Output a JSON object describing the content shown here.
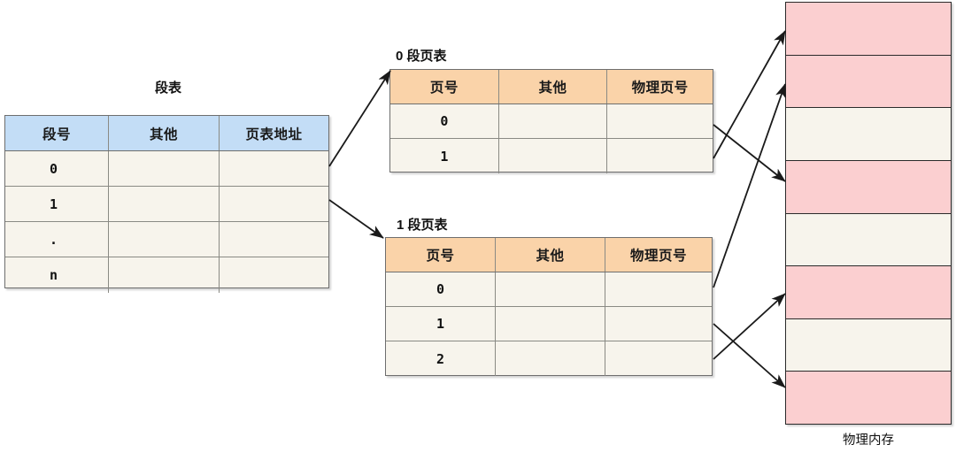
{
  "segment_table": {
    "title": "段表",
    "headers": [
      "段号",
      "其他",
      "页表地址"
    ],
    "rows": [
      {
        "id": "0",
        "other": "",
        "addr": ""
      },
      {
        "id": "1",
        "other": "",
        "addr": ""
      },
      {
        "id": ".",
        "other": "",
        "addr": ""
      },
      {
        "id": "n",
        "other": "",
        "addr": ""
      }
    ]
  },
  "page_table_0": {
    "title": "0 段页表",
    "headers": [
      "页号",
      "其他",
      "物理页号"
    ],
    "rows": [
      {
        "id": "0",
        "other": "",
        "frame": ""
      },
      {
        "id": "1",
        "other": "",
        "frame": ""
      }
    ]
  },
  "page_table_1": {
    "title": "1 段页表",
    "headers": [
      "页号",
      "其他",
      "物理页号"
    ],
    "rows": [
      {
        "id": "0",
        "other": "",
        "frame": ""
      },
      {
        "id": "1",
        "other": "",
        "frame": ""
      },
      {
        "id": "2",
        "other": "",
        "frame": ""
      }
    ]
  },
  "physical_memory": {
    "label": "物理内存",
    "frames": [
      {
        "index": 0,
        "state": "used"
      },
      {
        "index": 1,
        "state": "used"
      },
      {
        "index": 2,
        "state": "free"
      },
      {
        "index": 3,
        "state": "used"
      },
      {
        "index": 4,
        "state": "free"
      },
      {
        "index": 5,
        "state": "used"
      },
      {
        "index": 6,
        "state": "free"
      },
      {
        "index": 7,
        "state": "used"
      }
    ]
  },
  "colors": {
    "header_blue": "#c3ddf6",
    "header_orange": "#fad3a9",
    "cell_cream": "#f7f4ec",
    "memory_used": "#fbcfd0",
    "memory_free": "#f7f4ec",
    "border": "#6e6e6e",
    "arrow": "#1a1a1a"
  },
  "arrows": [
    {
      "from": "segment-table-row-0",
      "to": "page-table-0"
    },
    {
      "from": "segment-table-row-1",
      "to": "page-table-1"
    },
    {
      "from": "page-table-0-row-0",
      "to": "memory-frame-3"
    },
    {
      "from": "page-table-0-row-1",
      "to": "memory-frame-0"
    },
    {
      "from": "page-table-1-row-0",
      "to": "memory-frame-1"
    },
    {
      "from": "page-table-1-row-1",
      "to": "memory-frame-7"
    },
    {
      "from": "page-table-1-row-2",
      "to": "memory-frame-5"
    }
  ]
}
